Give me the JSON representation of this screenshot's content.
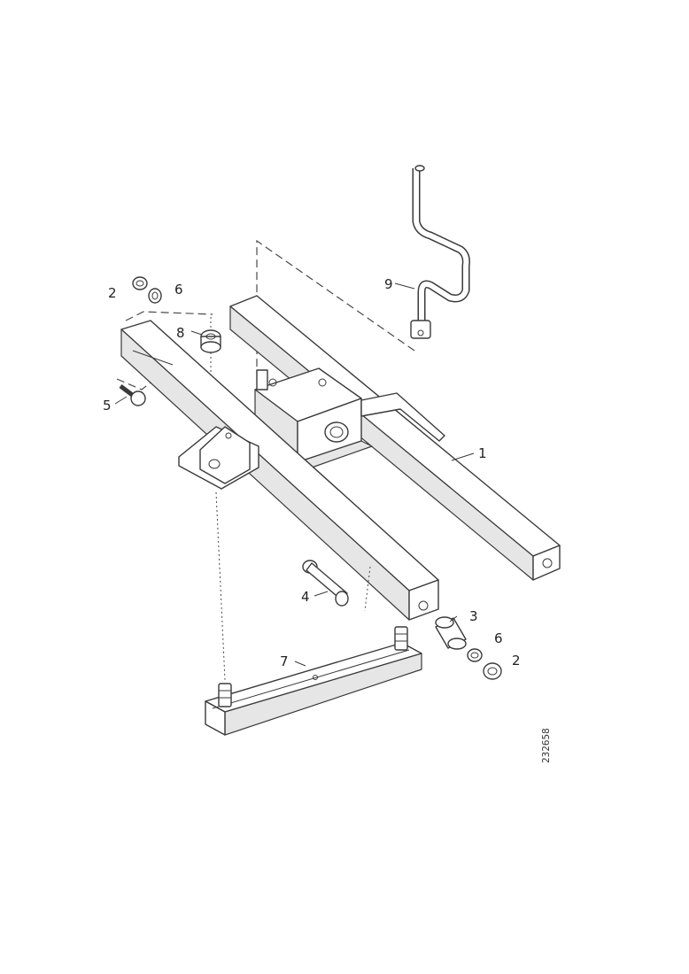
{
  "callouts": {
    "frame": "1",
    "nut_top_left": "2",
    "nut_bottom_right": "2",
    "bushing": "3",
    "bolt_center": "4",
    "bolt_left": "5",
    "washer_top_left": "6",
    "washer_bottom_right": "6",
    "bracket": "7",
    "nut_upper": "8",
    "crank_handle": "9"
  },
  "reference_number": "232658"
}
